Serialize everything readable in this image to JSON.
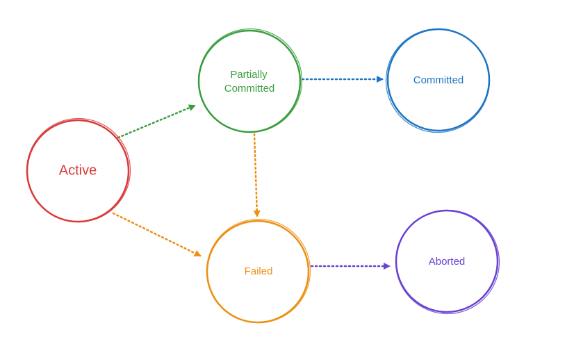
{
  "colors": {
    "active": "#d93a3a",
    "partially_committed": "#3a9e3e",
    "committed": "#1f74c4",
    "failed": "#ec8f12",
    "aborted": "#6a41d2",
    "background": "#ffffff"
  },
  "states": {
    "active": {
      "label": "Active"
    },
    "partially_committed": {
      "label_line1": "Partially",
      "label_line2": "Committed"
    },
    "committed": {
      "label": "Committed"
    },
    "failed": {
      "label": "Failed"
    },
    "aborted": {
      "label": "Aborted"
    }
  },
  "transitions": [
    {
      "from": "Active",
      "to": "Partially Committed",
      "style": "dotted"
    },
    {
      "from": "Active",
      "to": "Failed",
      "style": "dotted"
    },
    {
      "from": "Partially Committed",
      "to": "Committed",
      "style": "dotted"
    },
    {
      "from": "Partially Committed",
      "to": "Failed",
      "style": "dotted"
    },
    {
      "from": "Failed",
      "to": "Aborted",
      "style": "dotted"
    }
  ]
}
